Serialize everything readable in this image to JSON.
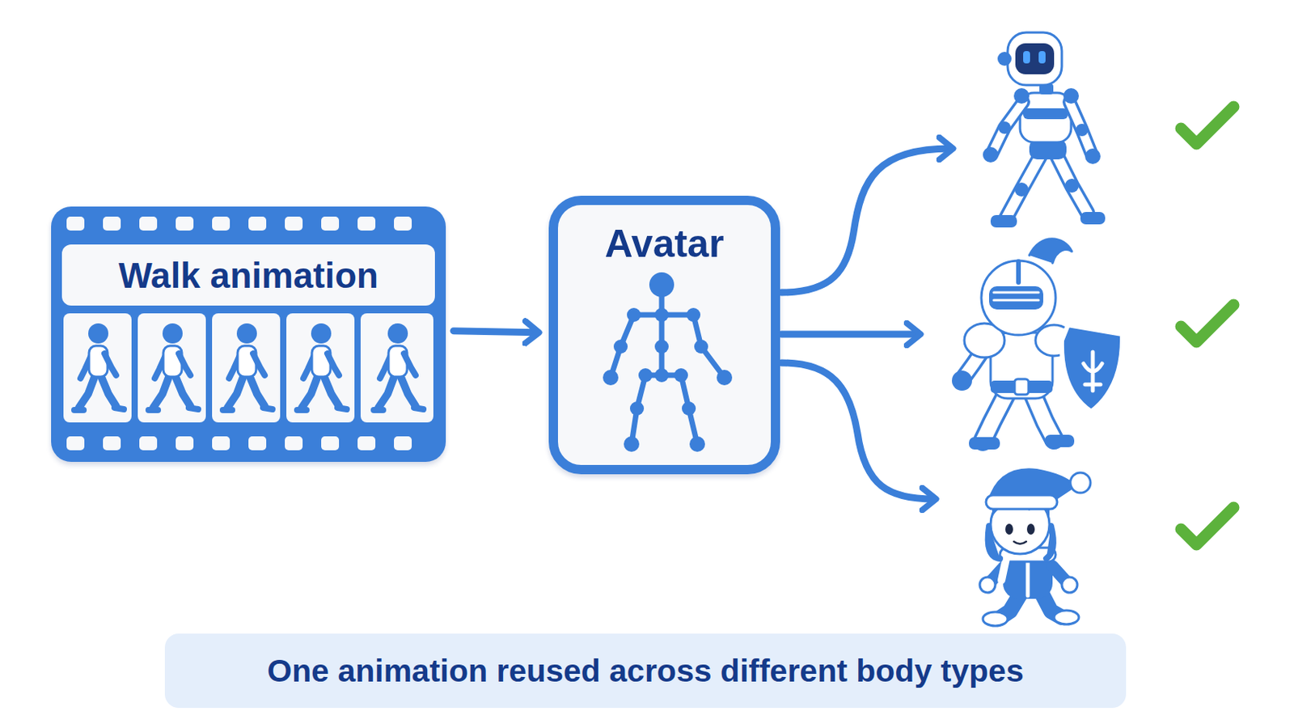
{
  "diagram": {
    "nodes": [
      {
        "text": [
          "Walk animation"
        ]
      },
      {
        "text": [
          "Avatar"
        ]
      },
      {
        "text": [
          "One animation reused across different body types"
        ]
      }
    ],
    "edges": [
      {
        "from": 0,
        "to": 1,
        "arrow": "to"
      }
    ]
  }
}
